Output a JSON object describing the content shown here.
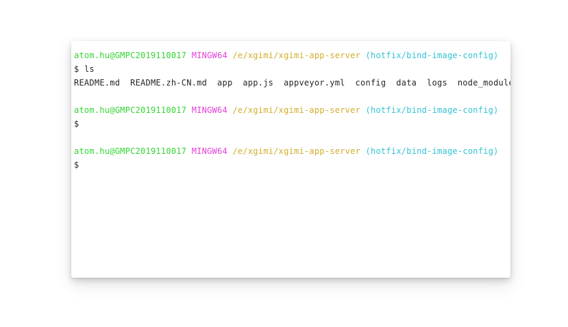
{
  "page": {
    "background_color": "#ffffff"
  },
  "terminal": {
    "name": "mingw64-git-bash",
    "background_color": "#ffffff",
    "colors": {
      "user": "#33d633",
      "host": "#e43fd8",
      "path": "#d2ae2c",
      "branch": "#32c3d4",
      "default_text": "#262626"
    },
    "prompt": {
      "user": "atom.hu@GMPC2019110017",
      "host": "MINGW64",
      "path": "/e/xgimi/xgimi-app-server",
      "branch": "(hotfix/bind-image-config)",
      "symbol": "$"
    },
    "lines": [
      {
        "type": "prompt",
        "user": "atom.hu@GMPC2019110017",
        "host": "MINGW64",
        "path": "/e/xgimi/xgimi-app-server",
        "branch": "(hotfix/bind-image-config)"
      },
      {
        "type": "command",
        "symbol": "$",
        "text": "ls"
      },
      {
        "type": "output",
        "text": "README.md  README.zh-CN.md  app  app.js  appveyor.yml  config  data  logs  node_modules"
      },
      {
        "type": "blank",
        "text": ""
      },
      {
        "type": "prompt",
        "user": "atom.hu@GMPC2019110017",
        "host": "MINGW64",
        "path": "/e/xgimi/xgimi-app-server",
        "branch": "(hotfix/bind-image-config)"
      },
      {
        "type": "command",
        "symbol": "$",
        "text": ""
      },
      {
        "type": "blank",
        "text": ""
      },
      {
        "type": "prompt",
        "user": "atom.hu@GMPC2019110017",
        "host": "MINGW64",
        "path": "/e/xgimi/xgimi-app-server",
        "branch": "(hotfix/bind-image-config)"
      },
      {
        "type": "command",
        "symbol": "$",
        "text": ""
      }
    ],
    "ls_output": {
      "entries": [
        "README.md",
        "README.zh-CN.md",
        "app",
        "app.js",
        "appveyor.yml",
        "config",
        "data",
        "logs",
        "node_modules"
      ]
    }
  }
}
